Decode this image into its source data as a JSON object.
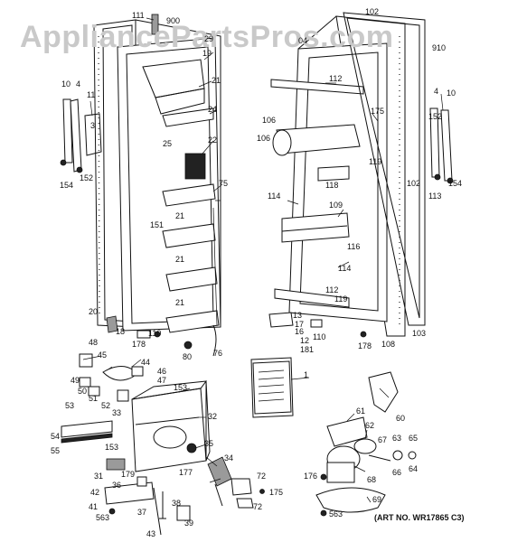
{
  "watermark": "AppliancePartsPros.com",
  "art_number": "(ART NO. WR17865 C3)",
  "callouts": {
    "c111": "111",
    "c900": "900",
    "c29": "29",
    "c19": "19",
    "c21a": "21",
    "c24": "24",
    "c25": "25",
    "c22": "22",
    "c75": "75",
    "c21b": "21",
    "c151": "151",
    "c21c": "21",
    "c21d": "21",
    "c10a": "10",
    "c4a": "4",
    "c11": "11",
    "c3": "3",
    "c152a": "152",
    "c154a": "154",
    "c20": "20",
    "c18": "18",
    "c178a": "178",
    "c110a": "110",
    "c80": "80",
    "c76": "76",
    "c102a": "102",
    "c04": "04",
    "c910": "910",
    "c112a": "112",
    "c175a": "175",
    "c106a": "106",
    "c106b": "106",
    "c119a": "119",
    "c118": "118",
    "c114a": "114",
    "c109": "109",
    "c116": "116",
    "c114b": "114",
    "c112b": "112",
    "c119b": "119",
    "c4b": "4",
    "c10b": "10",
    "c152b": "152",
    "c102b": "102",
    "c113": "113",
    "c154b": "154",
    "c13": "13",
    "c17": "17",
    "c16": "16",
    "c12": "12",
    "c110b": "110",
    "c181": "181",
    "c178b": "178",
    "c108": "108",
    "c103": "103",
    "c48": "48",
    "c45": "45",
    "c44": "44",
    "c46": "46",
    "c47": "47",
    "c153a": "153",
    "c49": "49",
    "c50": "50",
    "c51": "51",
    "c52": "52",
    "c33": "33",
    "c32": "32",
    "c53": "53",
    "c54": "54",
    "c55": "55",
    "c153b": "153",
    "c35": "35",
    "c34": "34",
    "c31": "31",
    "c179": "179",
    "c177": "177",
    "c36": "36",
    "c42": "42",
    "c41": "41",
    "c563a": "563",
    "c37": "37",
    "c38": "38",
    "c39": "39",
    "c43": "43",
    "c72a": "72",
    "c72b": "72",
    "c175b": "175",
    "c1": "1",
    "c60": "60",
    "c61": "61",
    "c62": "62",
    "c67": "67",
    "c63": "63",
    "c65": "65",
    "c66": "66",
    "c64": "64",
    "c176": "176",
    "c68": "68",
    "c69": "69",
    "c563b": "563"
  }
}
